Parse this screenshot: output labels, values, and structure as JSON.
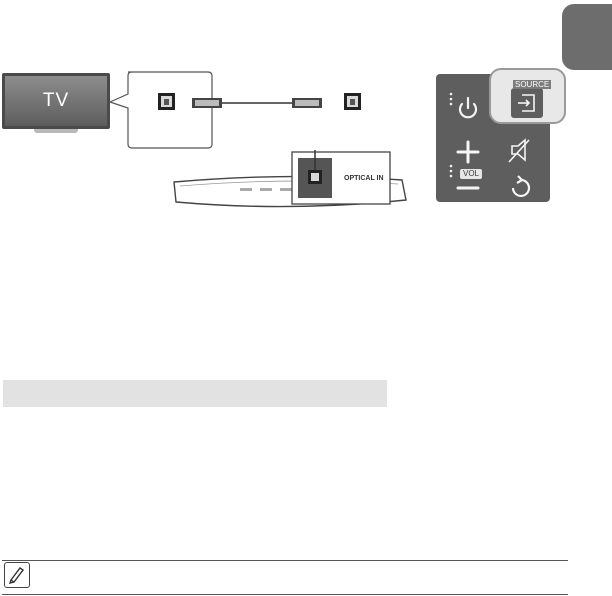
{
  "tv": {
    "label": "TV"
  },
  "soundbar": {
    "port_label": "OPTICAL IN"
  },
  "remote": {
    "source_label": "SOURCE",
    "volume_label": "VOL"
  },
  "icons": {
    "tv": "tv-icon",
    "optical_port": "optical-port-icon",
    "optical_cable": "optical-cable-icon",
    "power": "power-icon",
    "source": "source-input-icon",
    "plus": "plus-icon",
    "minus": "minus-icon",
    "mute": "mute-icon",
    "repeat": "repeat-icon",
    "note": "note-pencil-icon"
  },
  "colors": {
    "side_tab": "#6d6d6d",
    "remote_body": "#5e5e5e",
    "highlight_panel": "#e8e8e8",
    "grey_band": "#e2e2e2"
  }
}
